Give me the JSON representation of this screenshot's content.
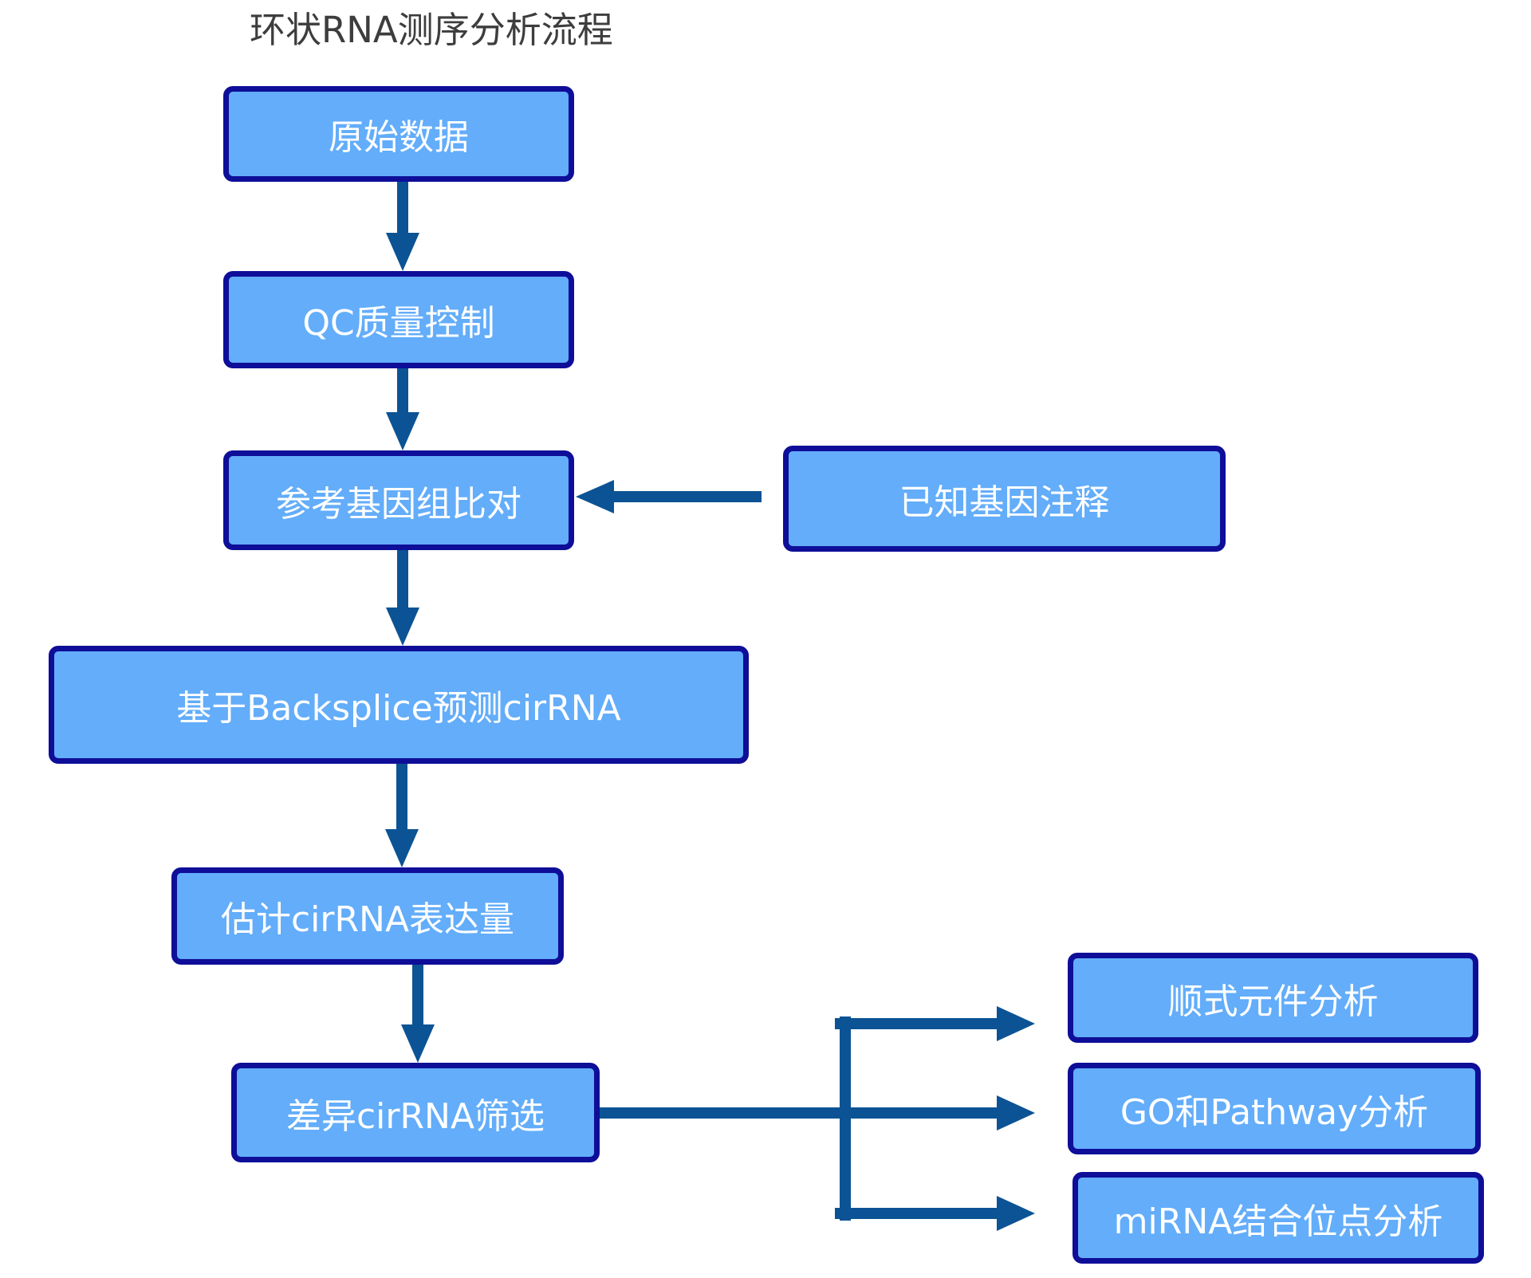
{
  "title": "环状RNA测序分析流程",
  "colors": {
    "box_fill": "#63adfa",
    "box_border": "#0e0e99",
    "arrow": "#0b5394",
    "title_text": "#3d3d3d",
    "box_text": "#ffffff",
    "background": "#ffffff"
  },
  "nodes": {
    "raw_data": {
      "label": "原始数据"
    },
    "qc": {
      "label": "QC质量控制"
    },
    "alignment": {
      "label": "参考基因组比对"
    },
    "annotation": {
      "label": "已知基因注释"
    },
    "backsplice": {
      "label": "基于Backsplice预测cirRNA"
    },
    "expression": {
      "label": "估计cirRNA表达量"
    },
    "differential": {
      "label": "差异cirRNA筛选"
    },
    "cis_element": {
      "label": "顺式元件分析"
    },
    "go_pathway": {
      "label": "GO和Pathway分析"
    },
    "mirna_binding": {
      "label": "miRNA结合位点分析"
    }
  },
  "edges": [
    {
      "from": "raw_data",
      "to": "qc"
    },
    {
      "from": "qc",
      "to": "alignment"
    },
    {
      "from": "annotation",
      "to": "alignment"
    },
    {
      "from": "alignment",
      "to": "backsplice"
    },
    {
      "from": "backsplice",
      "to": "expression"
    },
    {
      "from": "expression",
      "to": "differential"
    },
    {
      "from": "differential",
      "to": "cis_element"
    },
    {
      "from": "differential",
      "to": "go_pathway"
    },
    {
      "from": "differential",
      "to": "mirna_binding"
    }
  ]
}
